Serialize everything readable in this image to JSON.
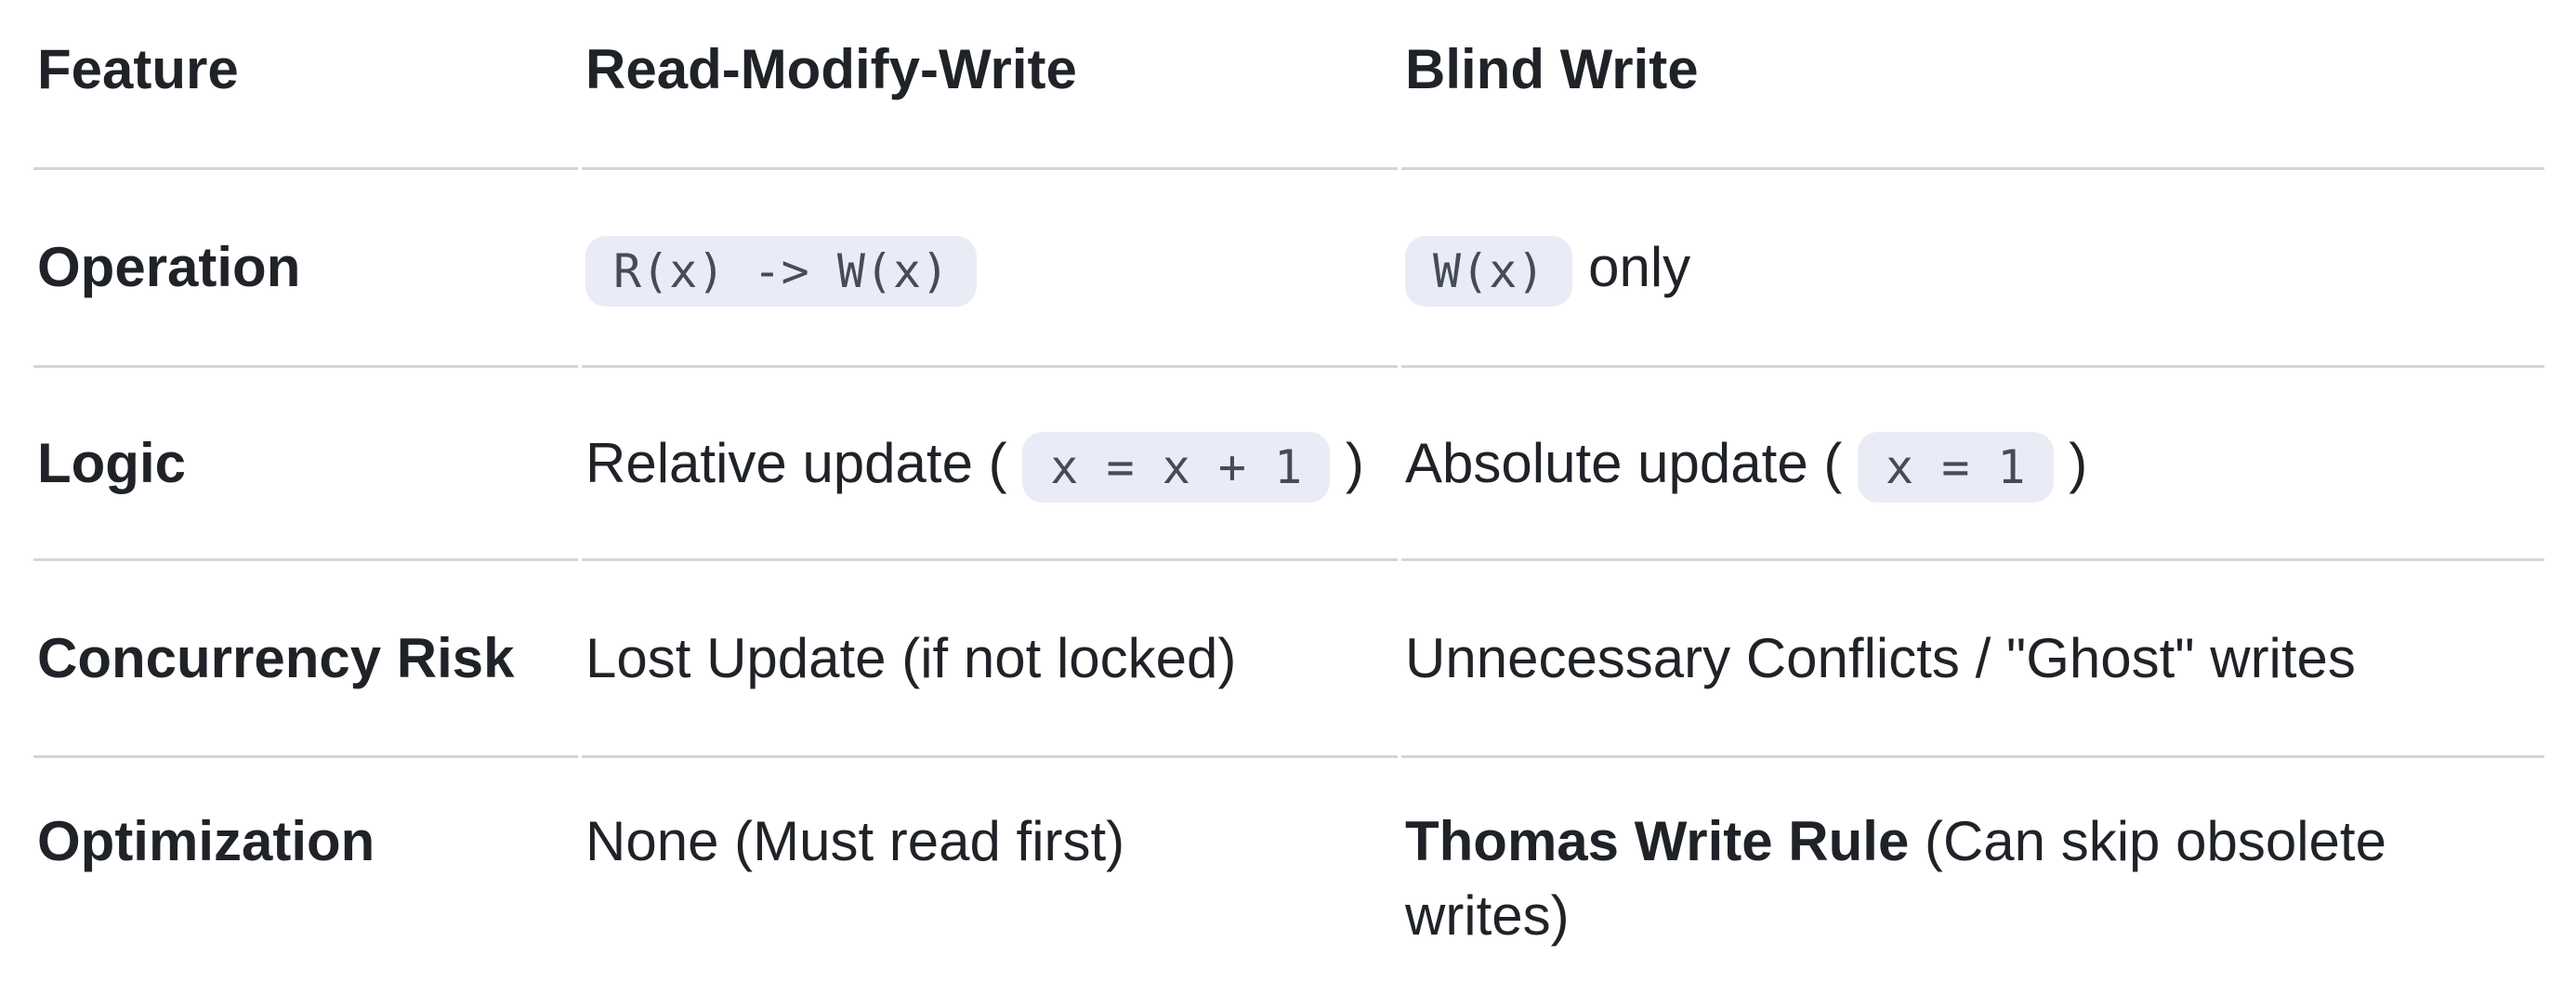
{
  "table": {
    "headers": {
      "feature": "Feature",
      "read_modify_write": "Read-Modify-Write",
      "blind_write": "Blind Write"
    },
    "rows": [
      {
        "feature": "Operation",
        "rmw": {
          "code": "R(x) -> W(x)"
        },
        "blind": {
          "code": "W(x)",
          "after": " only"
        }
      },
      {
        "feature": "Logic",
        "rmw": {
          "before": "Relative update ( ",
          "code": "x = x + 1",
          "after": " )"
        },
        "blind": {
          "before": "Absolute update ( ",
          "code": "x = 1",
          "after": " )"
        }
      },
      {
        "feature": "Concurrency Risk",
        "rmw": {
          "text": "Lost Update (if not locked)"
        },
        "blind": {
          "text": "Unnecessary Conflicts / \"Ghost\" writes"
        }
      },
      {
        "feature": "Optimization",
        "rmw": {
          "text": "None (Must read first)"
        },
        "blind": {
          "bold": "Thomas Write Rule",
          "after": " (Can skip obsolete writes)"
        }
      }
    ]
  },
  "colors": {
    "text": "#1f2328",
    "code_text": "#454c54",
    "code_background": "#e9ecf6",
    "row_border": "#d3d5d8",
    "page_background": "#ffffff"
  }
}
